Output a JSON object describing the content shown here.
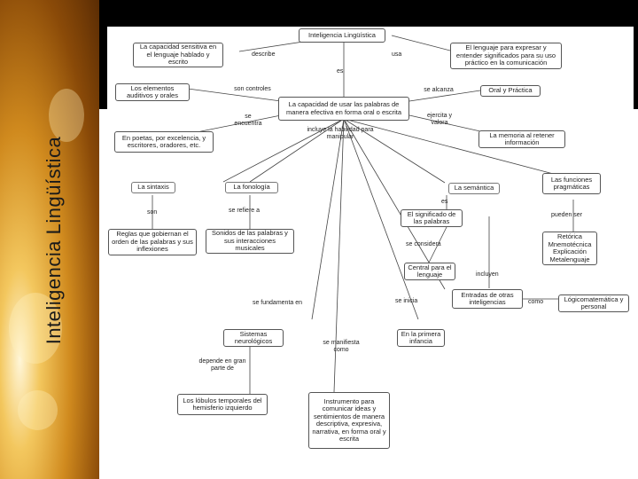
{
  "slide": {
    "title": "Inteligencia Lingüística",
    "colors": {
      "sidebar_highlight": "#f3c75e",
      "sidebar_dark": "#5a2c04",
      "top_band": "#000000"
    }
  },
  "map": {
    "central": "Inteligencia Lingüística",
    "nodes": {
      "capacidad_sensitiva": "La capacidad sensitiva en el lenguaje hablado y escrito",
      "lenguaje_expresar": "El lenguaje para expresar y entender significados para su uso práctico en la comunicación",
      "elementos": "Los elementos auditivos y orales",
      "oral_practica": "Oral y Práctica",
      "capacidad_usar": "La capacidad de usar las palabras de manera efectiva en forma oral o escrita",
      "poetas": "En poetas, por excelencia, y escritores, oradores, etc.",
      "memoria": "La memoria al retener información",
      "sintaxis": "La sintaxis",
      "fonologia": "La fonología",
      "semantica": "La semántica",
      "funciones": "Las funciones pragmáticas",
      "reglas": "Reglas que gobiernan el orden de las palabras y sus inflexiones",
      "sonidos": "Sonidos de las palabras y sus interacciones musicales",
      "significado": "El significado de las palabras",
      "retorica": "Retórica Mnemotécnica Explicación Metalenguaje",
      "central_lenguaje": "Central para el lenguaje",
      "entradas": "Entradas de otras inteligencias",
      "logico": "Lógicomatemática y personal",
      "sistemas": "Sistemas neurológicos",
      "primera": "En la primera infancia",
      "lobulos": "Los lóbulos temporales del hemisferio izquierdo",
      "instrumento": "Instrumento para comunicar ideas y sentimientos de manera descriptiva, expresiva, narrativa, en forma oral y escrita"
    },
    "links": {
      "describe": "describe",
      "usa": "usa",
      "es": "es",
      "son_controles": "son controles",
      "se_alcanza": "se alcanza",
      "se_encuentra": "se encuentra",
      "ejercita": "ejercita y valora",
      "incluye": "incluye la habilidad para manipular",
      "son": "son",
      "se_refiere": "se refiere a",
      "es2": "es",
      "pueden_ser": "pueden ser",
      "se_considera": "se considera",
      "incluyen": "incluyen",
      "se_fundamenta": "se fundamenta en",
      "se_inicia": "se inicia",
      "como": "como",
      "depende": "depende en gran parte de",
      "se_manifiesta": "se manifiesta como"
    }
  }
}
